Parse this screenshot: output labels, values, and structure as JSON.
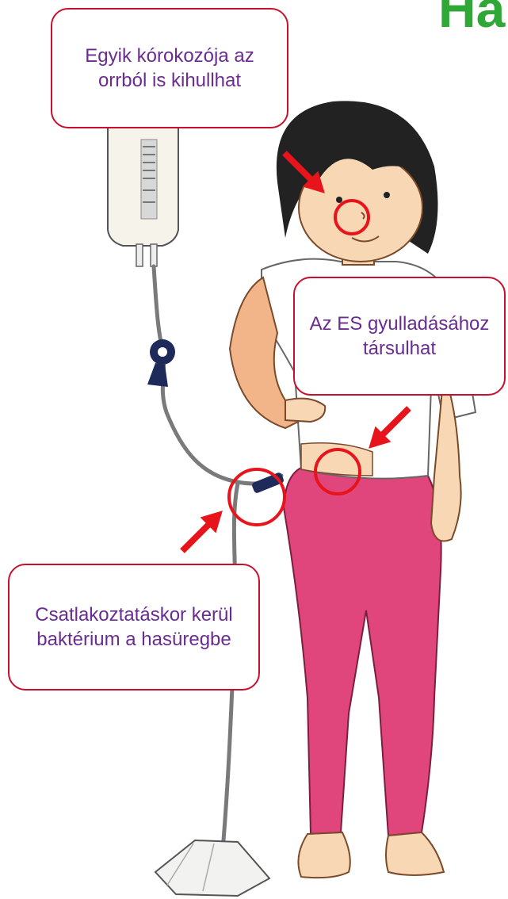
{
  "title": "Ha",
  "colors": {
    "title": "#2fa836",
    "callout_border": "#c8102e",
    "callout_text": "#6a2c91",
    "arrow": "#e8141b",
    "pants": "#e0457b",
    "hair": "#222222",
    "skin": "#f7d7b4"
  },
  "callouts": {
    "nose": "Egyik kórokozója az orrból is kihullhat",
    "es": "Az ES gyulladásához társulhat",
    "connect": "Csatlakoztatáskor kerül baktérium a hasüregbe"
  },
  "icons": {
    "arrow": "red-arrow-icon",
    "circle": "red-circle-marker"
  }
}
